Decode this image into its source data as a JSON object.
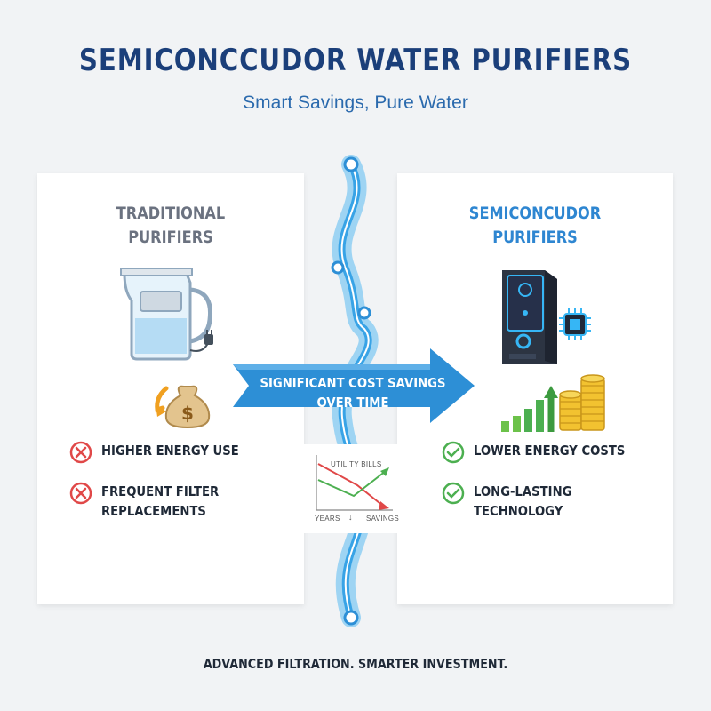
{
  "title": "SEMICONCCUDOR WATER PURIFIERS",
  "subtitle": "Smart Savings, Pure Water",
  "left_card": {
    "title_line1": "TRADITIONAL",
    "title_line2": "PURIFIERS",
    "features": [
      {
        "line1": "HIGHER ENERGY USE",
        "line2": ""
      },
      {
        "line1": "FREQUENT FILTER",
        "line2": "REPLACEMENTS"
      }
    ]
  },
  "right_card": {
    "title_line1": "SEMICONCUDOR",
    "title_line2": "PURIFIERS",
    "features": [
      {
        "line1": "LOWER ENERGY COSTS",
        "line2": ""
      },
      {
        "line1": "LONG-LASTING",
        "line2": "TECHNOLOGY"
      }
    ]
  },
  "banner": {
    "line1": "SIGNIFICANT COST SAVINGS",
    "line2": "OVER TIME"
  },
  "mini_chart": {
    "label_top": "UTILITY BILLS",
    "label_years": "YEARS",
    "label_savings": "SAVINGS"
  },
  "footer": "ADVANCED FILTRATION. SMARTER INVESTMENT.",
  "colors": {
    "title": "#1b3f7a",
    "accent_blue": "#2e86d1",
    "banner": "#2d8fd6",
    "negative": "#e04848",
    "positive": "#4caf50",
    "coin": "#f2c230"
  },
  "icons": [
    "water-pitcher-icon",
    "money-bag-icon",
    "purifier-device-icon",
    "chip-icon",
    "growth-bars-icon",
    "coin-stack-icon",
    "x-circle-icon",
    "check-circle-icon"
  ]
}
